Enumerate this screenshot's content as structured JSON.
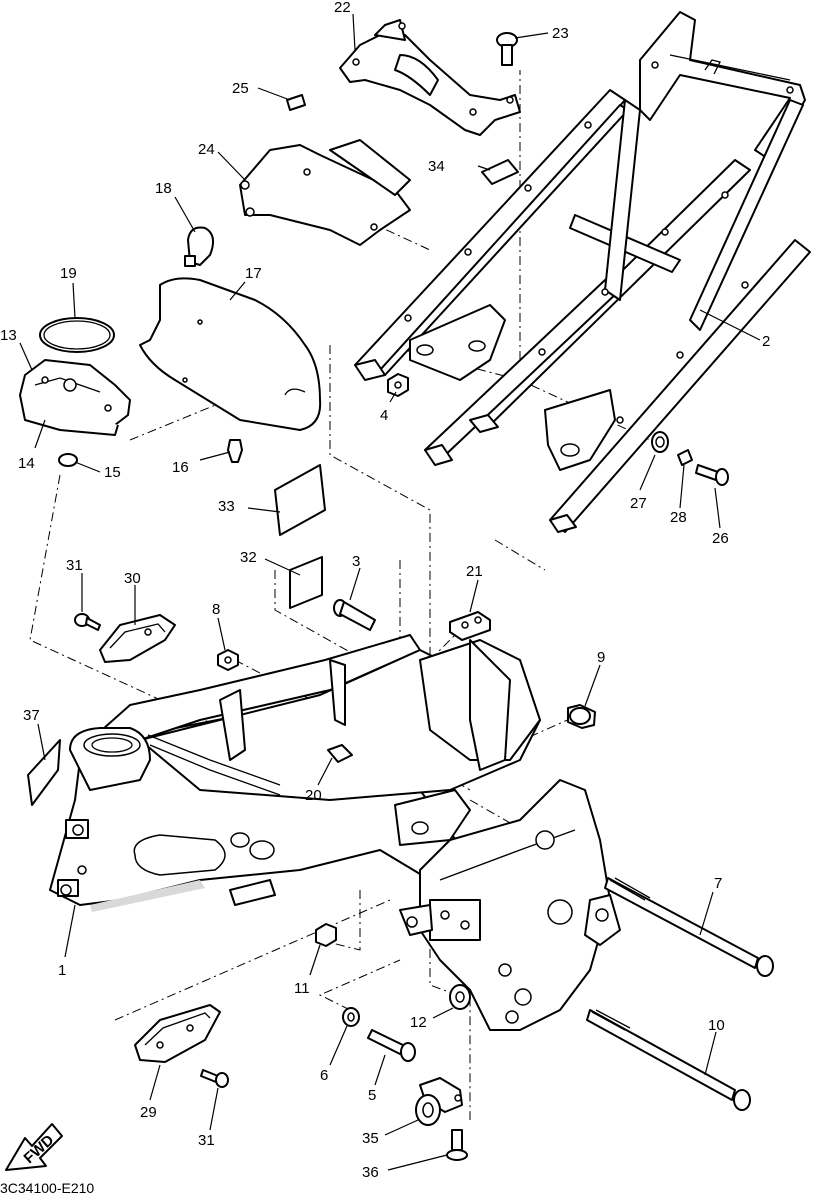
{
  "diagram": {
    "diagram_code": "3C34100-E210",
    "forward_badge": "FWD",
    "callouts": {
      "c1": "1",
      "c2": "2",
      "c3": "3",
      "c4": "4",
      "c5": "5",
      "c6": "6",
      "c7": "7",
      "c8": "8",
      "c9": "9",
      "c10": "10",
      "c11": "11",
      "c12": "12",
      "c13": "13",
      "c14": "14",
      "c15": "15",
      "c16": "16",
      "c17": "17",
      "c18": "18",
      "c19": "19",
      "c20": "20",
      "c21": "21",
      "c22": "22",
      "c23": "23",
      "c24": "24",
      "c25": "25",
      "c26": "26",
      "c27": "27",
      "c28": "28",
      "c29": "29",
      "c30": "30",
      "c31a": "31",
      "c31b": "31",
      "c32": "32",
      "c33": "33",
      "c34": "34",
      "c35": "35",
      "c36": "36",
      "c37": "37"
    }
  }
}
